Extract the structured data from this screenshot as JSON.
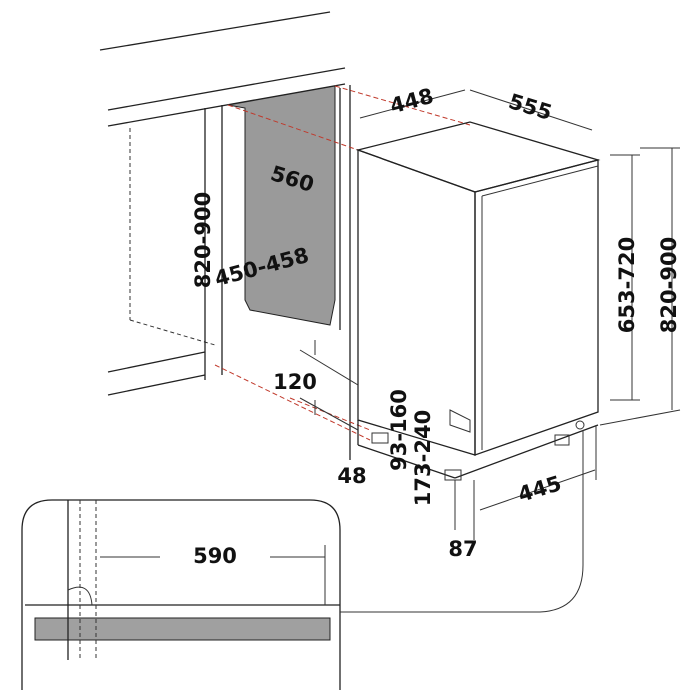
{
  "colors": {
    "line": "#222222",
    "panel": "#9a9a9a",
    "hidden_edge": "#c0392b",
    "inset_bar": "#a0a0a0"
  },
  "dimensions": {
    "top_width": "448",
    "top_depth": "555",
    "niche_depth": "560",
    "niche_height_left": "820-900",
    "niche_width": "450-458",
    "front_panel_height": "653-720",
    "total_height_right": "820-900",
    "plinth_height": "120",
    "plinth_offset": "48",
    "foot_range_a": "93-160",
    "foot_range_b": "173-240",
    "bottom_depth": "445",
    "front_offset": "87",
    "inset_width": "590"
  }
}
